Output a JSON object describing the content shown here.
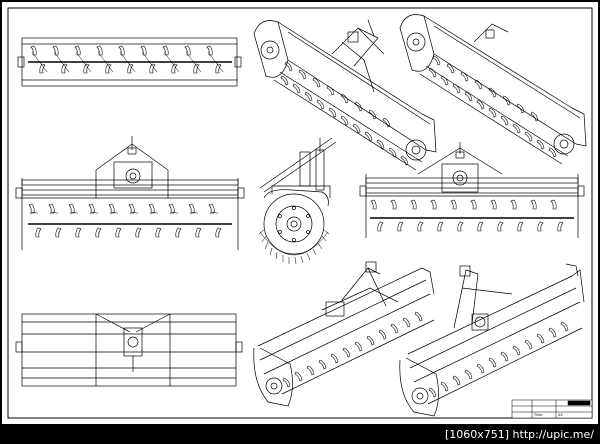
{
  "footer": {
    "caption": "[1060x751] http://upic.me/"
  },
  "title_block": {
    "cell_a": "Tiller",
    "cell_b": "A3"
  },
  "views": [
    "front-view-top",
    "front-view-middle",
    "side-view",
    "rear-view-right",
    "bottom-view",
    "iso-top-left",
    "iso-top-right",
    "iso-bottom-left",
    "iso-bottom-right"
  ],
  "colors": {
    "line": "#000000",
    "paper": "#ffffff",
    "frame": "#000000"
  }
}
